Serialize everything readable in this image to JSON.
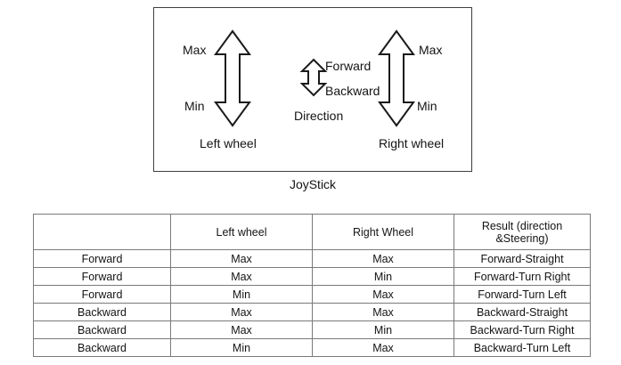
{
  "diagram": {
    "caption": "JoyStick",
    "left_wheel": {
      "max_label": "Max",
      "min_label": "Min",
      "name_label": "Left wheel",
      "arrow": "double-headed-vertical-arrow"
    },
    "right_wheel": {
      "max_label": "Max",
      "min_label": "Min",
      "name_label": "Right wheel",
      "arrow": "double-headed-vertical-arrow"
    },
    "direction": {
      "forward_label": "Forward",
      "backward_label": "Backward",
      "name_label": "Direction",
      "arrow": "small-double-headed-vertical-arrow"
    }
  },
  "table": {
    "headers": [
      "",
      "Left wheel",
      "Right Wheel",
      "Result (direction &Steering)"
    ],
    "rows": [
      [
        "Forward",
        "Max",
        "Max",
        "Forward-Straight"
      ],
      [
        "Forward",
        "Max",
        "Min",
        "Forward-Turn Right"
      ],
      [
        "Forward",
        "Min",
        "Max",
        "Forward-Turn Left"
      ],
      [
        "Backward",
        "Max",
        "Max",
        "Backward-Straight"
      ],
      [
        "Backward",
        "Max",
        "Min",
        "Backward-Turn Right"
      ],
      [
        "Backward",
        "Min",
        "Max",
        "Backward-Turn Left"
      ]
    ]
  },
  "colors": {
    "ink": "#141414",
    "stroke": "#3f3f3f",
    "table_border": "#7a7a7a",
    "background": "#ffffff"
  }
}
